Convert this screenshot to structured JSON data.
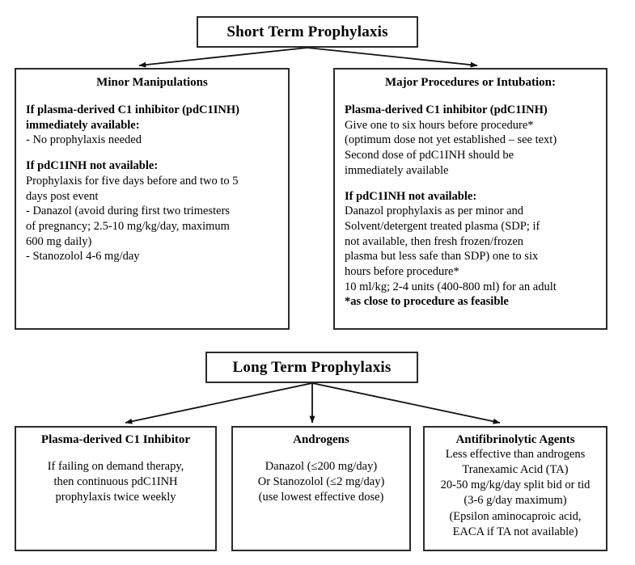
{
  "diagram": {
    "title_short": "Short Term Prophylaxis",
    "title_long": "Long Term Prophylaxis",
    "line_color": "#2b2b2b"
  },
  "short_term": {
    "minor": {
      "title": "Minor  Manipulations",
      "lines": [
        "If plasma-derived C1 inhibitor (pdC1INH)",
        "immediately available:",
        "- No prophylaxis needed",
        "If pdC1INH not available:",
        "Prophylaxis for five days before and two to 5",
        "days post event",
        "- Danazol (avoid during first two trimesters",
        "of pregnancy; 2.5-10 mg/kg/day, maximum",
        "600 mg daily)",
        "- Stanozolol 4-6 mg/day"
      ]
    },
    "major": {
      "title": "Major Procedures or Intubation:",
      "lines": [
        "Plasma-derived C1 inhibitor (pdC1INH)",
        "Give one to six hours before procedure*",
        "(optimum dose not yet established – see text)",
        "Second dose of pdC1INH should be",
        "immediately available",
        "If pdC1INH not available:",
        "Danazol prophylaxis as per minor and",
        "Solvent/detergent treated plasma  (SDP; if",
        "not available, then fresh frozen/frozen",
        "plasma but less safe than SDP) one to six",
        "hours before procedure*",
        "10 ml/kg; 2-4 units (400-800 ml) for an adult",
        "*as close to procedure as feasible"
      ]
    }
  },
  "long_term": {
    "pdc1inh": {
      "title": "Plasma-derived C1 Inhibitor",
      "lines": [
        "If failing on demand therapy,",
        "then continuous pdC1INH",
        "prophylaxis twice weekly"
      ]
    },
    "androgens": {
      "title": "Androgens",
      "lines": [
        "Danazol (≤200 mg/day)",
        "Or Stanozolol  (≤2 mg/day)",
        "(use lowest effective dose)"
      ]
    },
    "antifibrinolytic": {
      "title": "Antifibrinolytic Agents",
      "lines": [
        "Less effective than androgens",
        "Tranexamic Acid (TA)",
        "20-50 mg/kg/day split bid or tid",
        "(3-6 g/day maximum)",
        "(Epsilon aminocaproic acid,",
        "EACA if TA not available)"
      ]
    }
  }
}
